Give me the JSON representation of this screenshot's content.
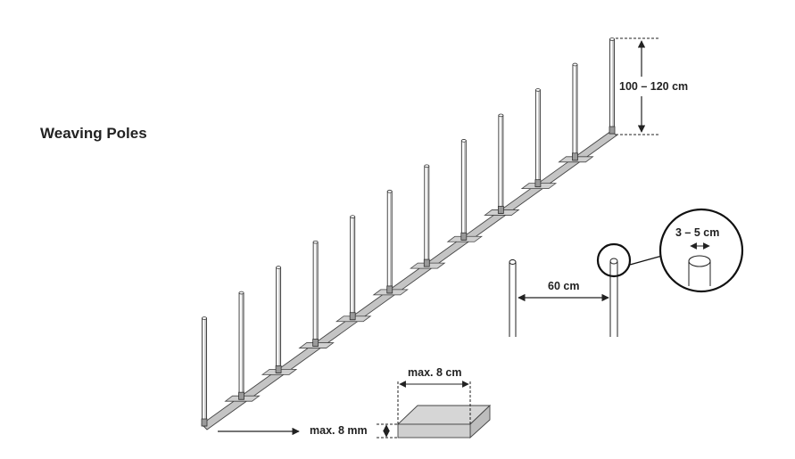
{
  "title": "Weaving Poles",
  "labels": {
    "pole_height": "100 – 120 cm",
    "pole_diameter": "3 – 5 cm",
    "pole_spacing": "60 cm",
    "base_width": "max. 8 cm",
    "base_height": "max. 8 mm"
  },
  "diagram": {
    "pole_count": 12
  }
}
